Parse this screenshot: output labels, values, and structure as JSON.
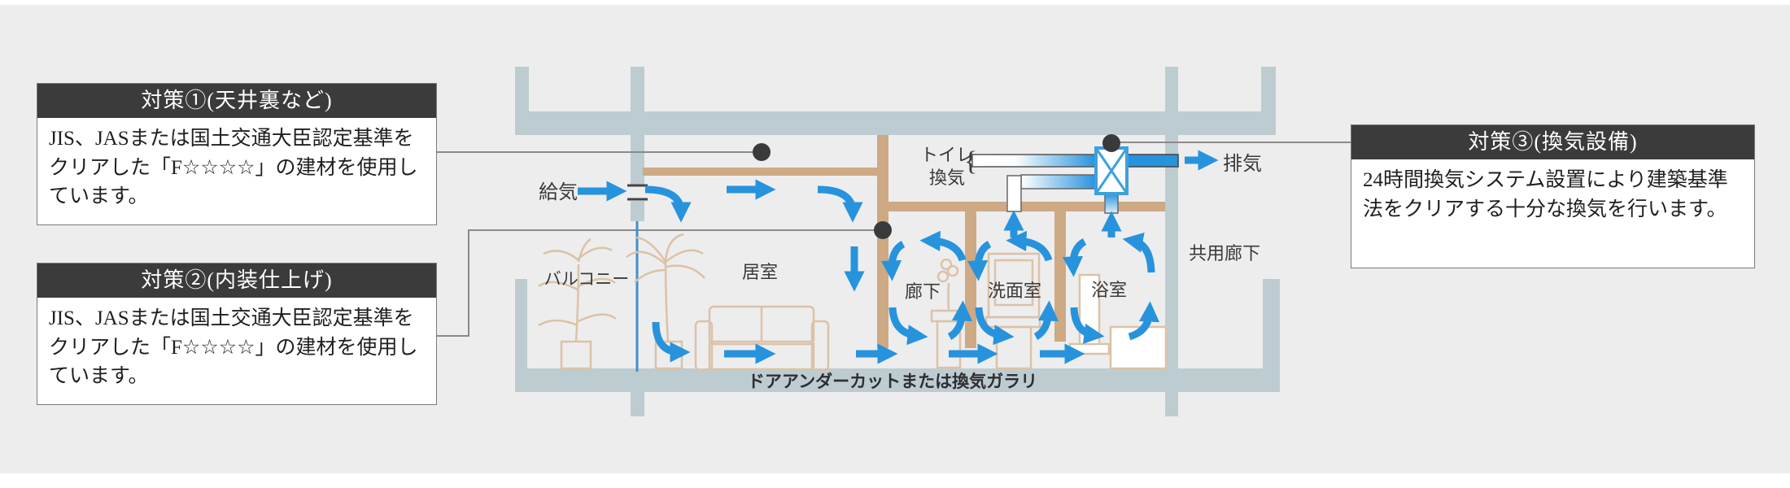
{
  "callouts": [
    {
      "title": "対策①(天井裏など)",
      "body": "JIS、JASまたは国土交通大臣認定基準をクリアした「F☆☆☆☆」の建材を使用しています。"
    },
    {
      "title": "対策②(内装仕上げ)",
      "body": "JIS、JASまたは国土交通大臣認定基準をクリアした「F☆☆☆☆」の建材を使用しています。"
    },
    {
      "title": "対策③(換気設備)",
      "body": "24時間換気システム設置により建築基準法をクリアする十分な換気を行います。"
    }
  ],
  "diagram": {
    "labels": {
      "supply": "給気",
      "exhaust": "排気",
      "balcony": "バルコニー",
      "living_room": "居室",
      "corridor": "廊下",
      "washroom": "洗面室",
      "bathroom": "浴室",
      "common_corridor": "共用廊下",
      "toilet_vent_line1": "トイレ",
      "toilet_vent_line2": "換気",
      "brace": "{",
      "floor_note": "ドアアンダーカットまたは換気ガラリ"
    },
    "colors": {
      "arrow_blue": "#2793dd",
      "structure_gray_blue": "#bdccd0",
      "wood_brown": "#cda984",
      "furniture_tan": "#dcc2a6",
      "header_dark": "#3b3b3c",
      "panel_background": "#ededee",
      "connector_gray": "#8a8a8a",
      "window_blue": "#4090cc"
    }
  }
}
